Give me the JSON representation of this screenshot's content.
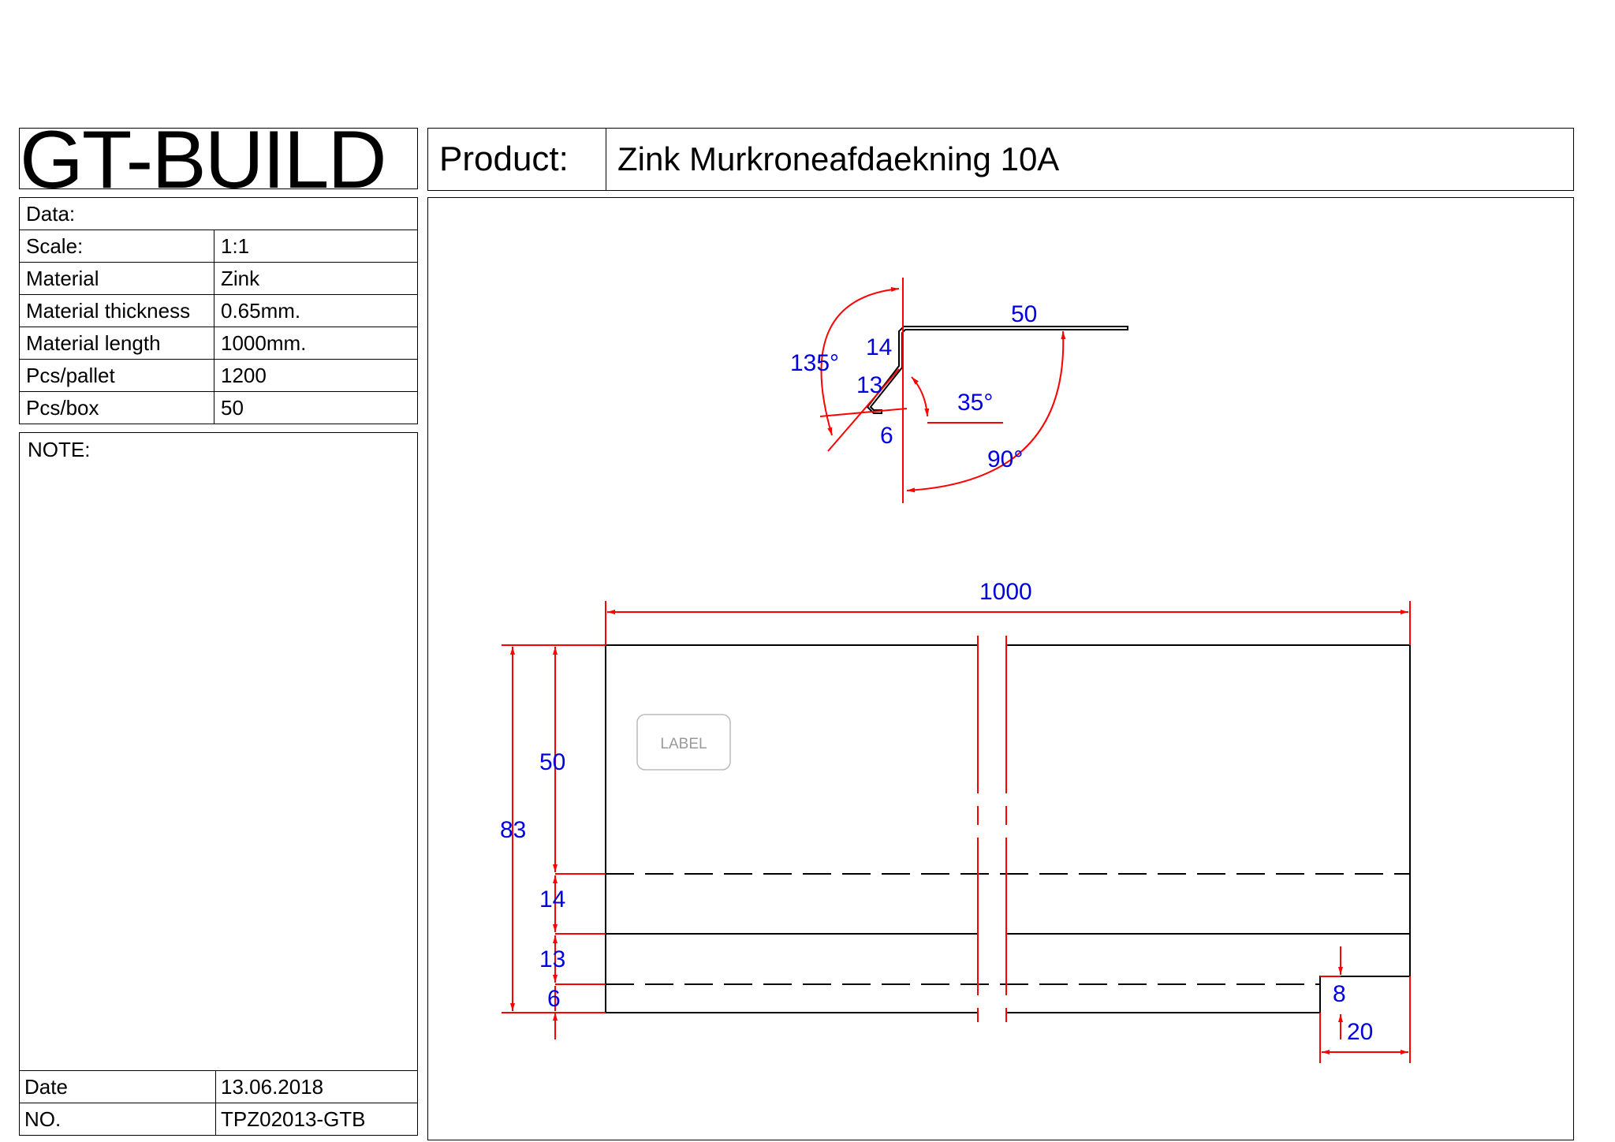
{
  "brand": "GT-BUILD",
  "header": {
    "product_label": "Product:",
    "product_name": "Zink Murkroneafdaekning 10A"
  },
  "info": {
    "data_label": "Data:",
    "rows": [
      {
        "key": "Scale:",
        "value": "1:1"
      },
      {
        "key": "Material",
        "value": "Zink"
      },
      {
        "key": "Material thickness",
        "value": "0.65mm."
      },
      {
        "key": "Material length",
        "value": "1000mm."
      },
      {
        "key": "Pcs/pallet",
        "value": "1200"
      },
      {
        "key": "Pcs/box",
        "value": "50"
      }
    ],
    "note_label": "NOTE:"
  },
  "footer": {
    "date_label": "Date",
    "date_value": "13.06.2018",
    "no_label": "NO.",
    "no_value": "TPZ02013-GTB"
  },
  "profile": {
    "angle_135": "135°",
    "len_50": "50",
    "len_14": "14",
    "len_13": "13",
    "angle_35": "35°",
    "len_6": "6",
    "angle_90": "90°"
  },
  "plan": {
    "length": "1000",
    "overall": "83",
    "seg_50": "50",
    "seg_14": "14",
    "seg_13": "13",
    "seg_6": "6",
    "notch_8": "8",
    "notch_20": "20",
    "label": "LABEL"
  },
  "colors": {
    "dimension_text": "#0000dd",
    "dimension_line": "#ff0000",
    "outline": "#000000"
  }
}
